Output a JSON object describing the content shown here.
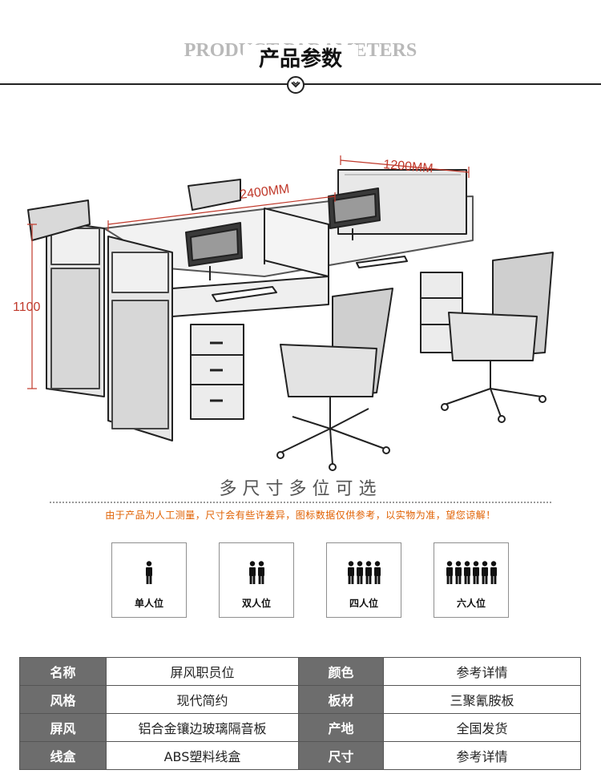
{
  "header": {
    "title_en": "PRODUCT PARAMETERS",
    "title_cn": "产品参数"
  },
  "illustration": {
    "dim_width": "2400MM",
    "dim_depth": "1200MM",
    "dim_height": "1100"
  },
  "subtitle": "多尺寸多位可选",
  "note": "由于产品为人工测量，尺寸会有些许差异，图标数据仅供参考，以实物为准，望您谅解！",
  "sizes": [
    {
      "label": "单人位",
      "people": 1
    },
    {
      "label": "双人位",
      "people": 2
    },
    {
      "label": "四人位",
      "people": 4
    },
    {
      "label": "六人位",
      "people": 6
    }
  ],
  "params": [
    {
      "k1": "名称",
      "v1": "屏风职员位",
      "k2": "颜色",
      "v2": "参考详情"
    },
    {
      "k1": "风格",
      "v1": "现代简约",
      "k2": "板材",
      "v2": "三聚氰胺板"
    },
    {
      "k1": "屏风",
      "v1": "铝合金镶边玻璃隔音板",
      "k2": "产地",
      "v2": "全国发货"
    },
    {
      "k1": "线盒",
      "v1": "ABS塑料线盒",
      "k2": "尺寸",
      "v2": "参考详情"
    }
  ],
  "colors": {
    "accent_note": "#e06000",
    "dim_lines": "#c0392b",
    "table_key_bg": "#6d6d6d"
  }
}
